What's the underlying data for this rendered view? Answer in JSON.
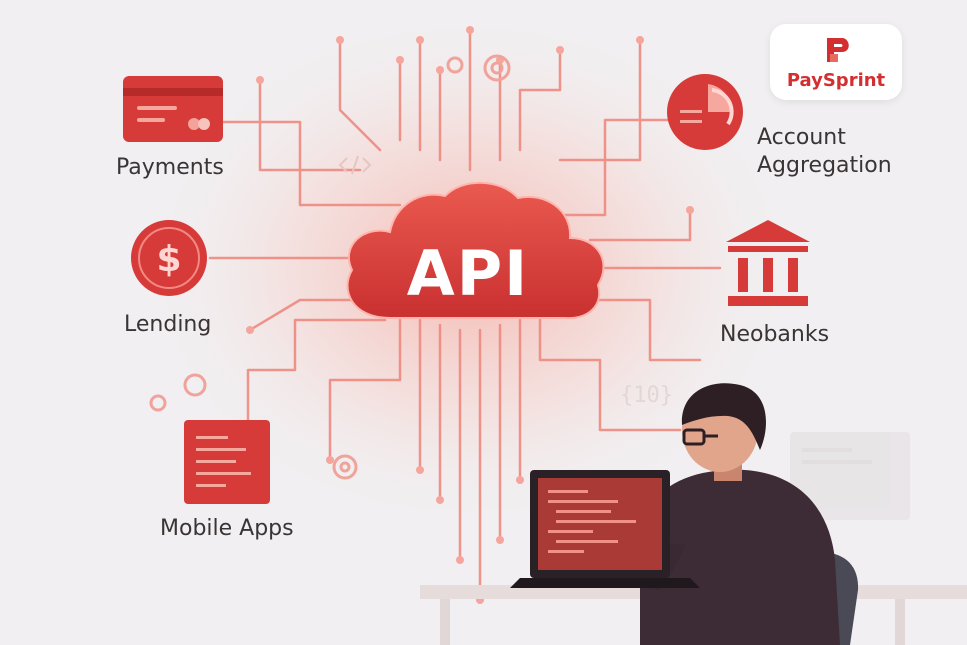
{
  "brand": {
    "name": "PaySprint",
    "logo_icon": "paysprint-p-icon",
    "accent": "#d63b3a"
  },
  "hub": {
    "label": "API",
    "icon": "cloud-icon"
  },
  "nodes": [
    {
      "id": "payments",
      "label": "Payments",
      "icon": "credit-card-icon"
    },
    {
      "id": "lending",
      "label": "Lending",
      "icon": "dollar-coin-icon"
    },
    {
      "id": "mobile-apps",
      "label": "Mobile Apps",
      "icon": "code-window-icon"
    },
    {
      "id": "account-aggregation",
      "label_lines": [
        "Account",
        "Aggregation"
      ],
      "icon": "pie-chart-icon"
    },
    {
      "id": "neobanks",
      "label": "Neobanks",
      "icon": "bank-icon"
    }
  ],
  "decorations": {
    "code_braces": "{10}",
    "figure": "developer-at-laptop"
  }
}
